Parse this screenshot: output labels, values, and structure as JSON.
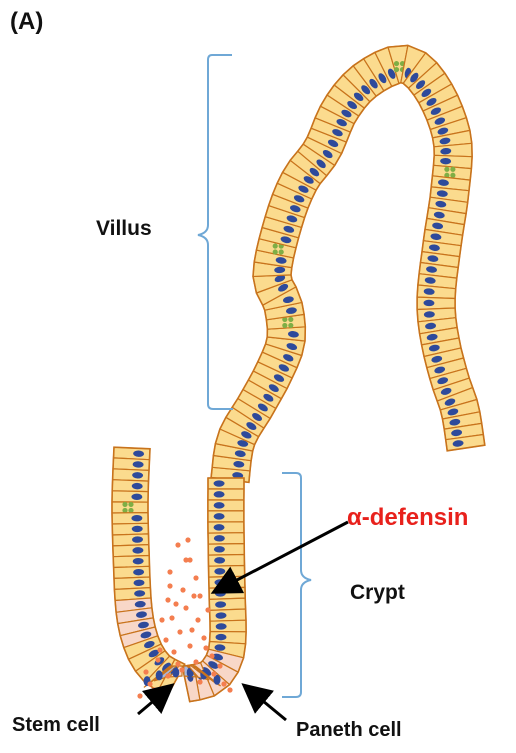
{
  "panel_label": "(A)",
  "labels": {
    "villus": "Villus",
    "crypt": "Crypt",
    "defensin": "α-defensin",
    "stem_cell": "Stem cell",
    "paneth_cell": "Paneth cell"
  },
  "colors": {
    "cell_fill": "#fbdb8e",
    "cell_outline": "#c8731c",
    "nucleus": "#2e4a9b",
    "goblet_granule": "#7fae45",
    "paneth_fill": "#f8d7c8",
    "defensin_dot": "#f47e4f",
    "stem_fill": "#a8b8dc",
    "bracket": "#6fa8d6",
    "defensin_text": "#e8211c"
  }
}
